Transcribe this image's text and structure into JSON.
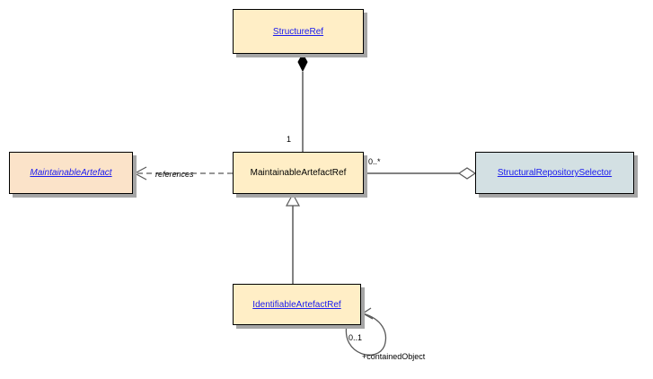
{
  "classes": {
    "structure_ref": "StructureRef",
    "maintainable_artefact_ref": "MaintainableArtefactRef",
    "maintainable_artefact": "MaintainableArtefact",
    "structural_repository_selector": "StructuralRepositorySelector",
    "identifiable_artefact_ref": "IdentifiableArtefactRef"
  },
  "associations": {
    "composition_multiplicity": "1",
    "aggregation_multiplicity": "0..*",
    "dependency_label": "references",
    "self_multiplicity": "0..1",
    "self_role": "+containedObject"
  },
  "colors": {
    "class_fill": "#ffeec6",
    "abstract_fill": "#fbe3c9",
    "external_fill": "#d3e0e3",
    "link_text": "#1a1aee",
    "line": "#595959"
  }
}
